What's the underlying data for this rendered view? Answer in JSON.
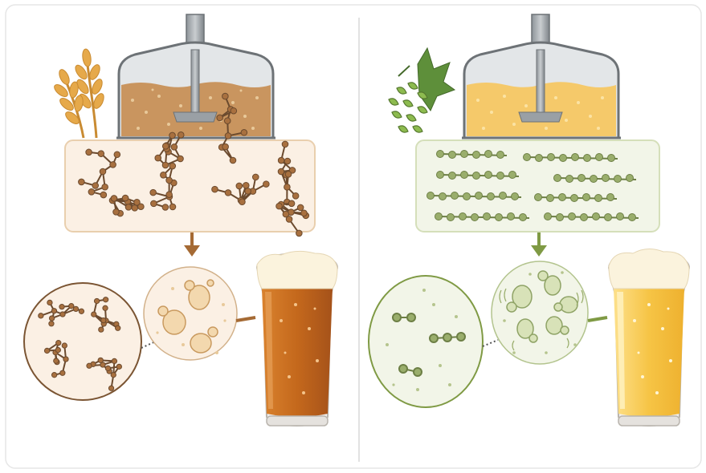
{
  "colors": {
    "page_bg": "#ffffff",
    "panel_border": "#e6e6e6",
    "divider": "#d9d9d9",
    "metal_dark": "#6d7276",
    "metal_mid": "#9aa0a5",
    "metal_light": "#c9cdd0",
    "amber_mash": "#c9955f",
    "amber_dots": "#e8c99a",
    "amber_node": "#a8703f",
    "amber_line": "#6b4a2e",
    "amber_box_fill": "#fbf0e4",
    "amber_box_stroke": "#e9cfae",
    "amber_arrow": "#a56a34",
    "amber_beer": "#c46a1e",
    "amber_beer_light": "#e08a38",
    "pale_mash": "#f5c96a",
    "pale_dots": "#fbe3a4",
    "green_node": "#9aae6c",
    "green_line": "#6d7f45",
    "green_box_fill": "#f2f5e8",
    "green_box_stroke": "#d5dfba",
    "green_arrow": "#7f9a44",
    "pale_beer": "#f6c445",
    "pale_beer_light": "#fde08a",
    "foam": "#fbf3dd",
    "wheat": "#e6a94a",
    "hop_leaf": "#5e8f3a",
    "hop_cone": "#8dbb4f"
  },
  "icons": {
    "left_ingredient": "wheat-icon",
    "right_ingredient": "hop-cone-icon",
    "vessel": "mash-tun-icon",
    "left_glass": "amber-beer-glass-icon",
    "right_glass": "pale-beer-glass-icon"
  },
  "panels": [
    {
      "id": "left",
      "style": "branched-starch",
      "beer_color": "amber"
    },
    {
      "id": "right",
      "style": "linear-chains",
      "beer_color": "pale"
    }
  ]
}
